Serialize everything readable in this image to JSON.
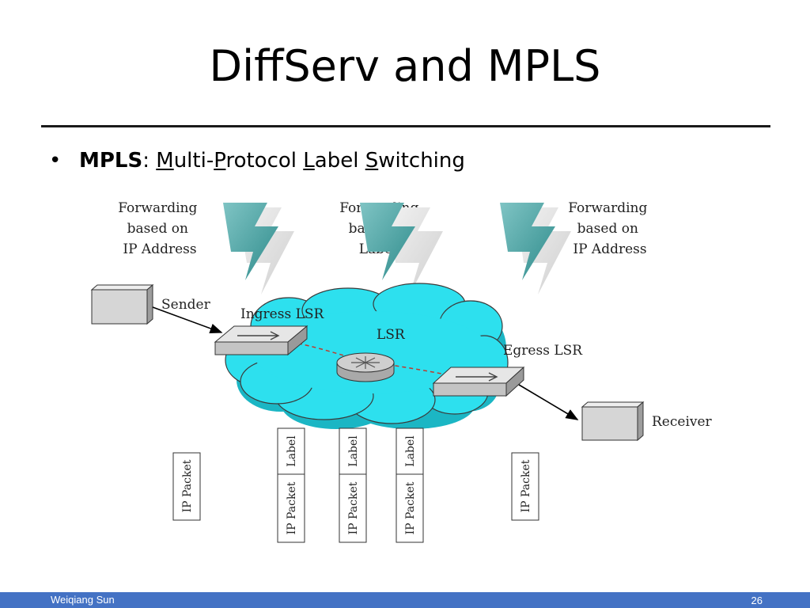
{
  "slide": {
    "title": "DiffServ and MPLS",
    "bullet": {
      "term": "MPLS",
      "separator": ": ",
      "parts": [
        {
          "u": "M",
          "rest": "ulti-"
        },
        {
          "u": "P",
          "rest": "rotocol "
        },
        {
          "u": "L",
          "rest": "abel "
        },
        {
          "u": "S",
          "rest": "witching"
        }
      ]
    }
  },
  "diagram": {
    "forwarding": [
      {
        "lines": [
          "Forwarding",
          "based on",
          "IP Address"
        ]
      },
      {
        "lines": [
          "Forwarding",
          "based on",
          "Labels"
        ]
      },
      {
        "lines": [
          "Forwarding",
          "based on",
          "IP Address"
        ]
      }
    ],
    "nodes": {
      "sender": "Sender",
      "ingress": "Ingress LSR",
      "lsr": "LSR",
      "egress": "Egress LSR",
      "receiver": "Receiver"
    },
    "packets": {
      "label": "Label",
      "ip_packet": "IP Packet"
    },
    "colors": {
      "cloud": "#2de0ee",
      "lightning": "#4aa3a3",
      "boxes": "#d4d4d4"
    }
  },
  "footer": {
    "author": "Weiqiang Sun",
    "page": "26"
  }
}
